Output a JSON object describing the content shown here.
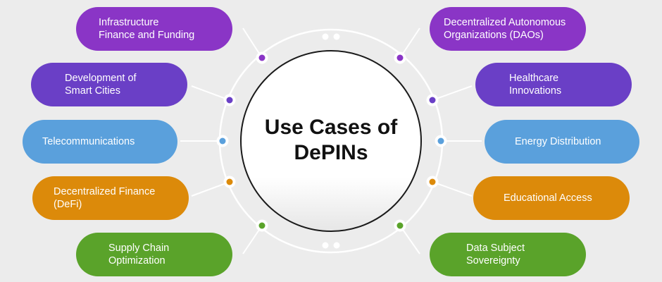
{
  "center": {
    "title": "Use Cases of\nDePINs"
  },
  "colors": {
    "purple": "#8a35c6",
    "violet": "#6a3fc6",
    "blue": "#5aa0dc",
    "orange": "#dc8a0a",
    "green": "#5aa32a",
    "ring": "#ffffff",
    "background": "#ececec"
  },
  "left_items": [
    {
      "label": "Infrastructure\nFinance and Funding",
      "color": "purple"
    },
    {
      "label": "Development of\nSmart Cities",
      "color": "violet"
    },
    {
      "label": "Telecommunications",
      "color": "blue"
    },
    {
      "label": "Decentralized Finance\n(DeFi)",
      "color": "orange"
    },
    {
      "label": "Supply Chain\nOptimization",
      "color": "green"
    }
  ],
  "right_items": [
    {
      "label": "Decentralized Autonomous\nOrganizations (DAOs)",
      "color": "purple"
    },
    {
      "label": "Healthcare\nInnovations",
      "color": "violet"
    },
    {
      "label": "Energy Distribution",
      "color": "blue"
    },
    {
      "label": "Educational Access",
      "color": "orange"
    },
    {
      "label": "Data Subject\nSovereignty",
      "color": "green"
    }
  ]
}
